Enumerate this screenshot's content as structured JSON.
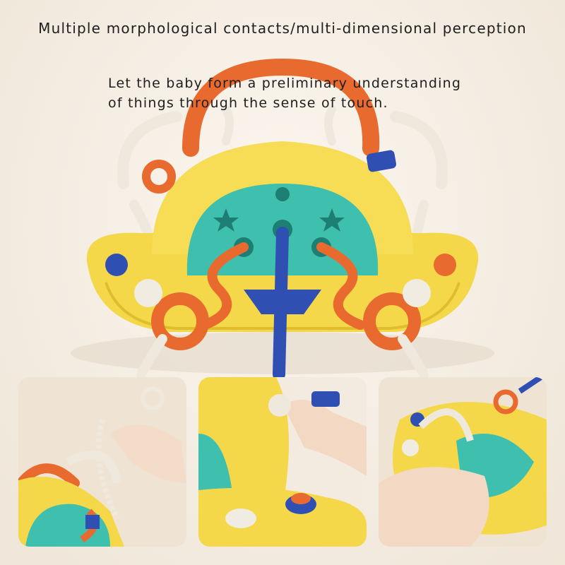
{
  "headline": "Multiple morphological contacts/multi-dimensional perception",
  "subtext": {
    "line1": "Let the baby form a preliminary understanding",
    "line2": "of things through the sense of touch."
  },
  "colors": {
    "background": "#f6efe6",
    "toy_yellow": "#f5d84a",
    "toy_teal": "#3fbfae",
    "toy_orange": "#e96a2e",
    "toy_blue": "#2f4fb3",
    "toy_white": "#f1ece2"
  },
  "panels": [
    {
      "id": "panel-1"
    },
    {
      "id": "panel-2"
    },
    {
      "id": "panel-3"
    }
  ]
}
